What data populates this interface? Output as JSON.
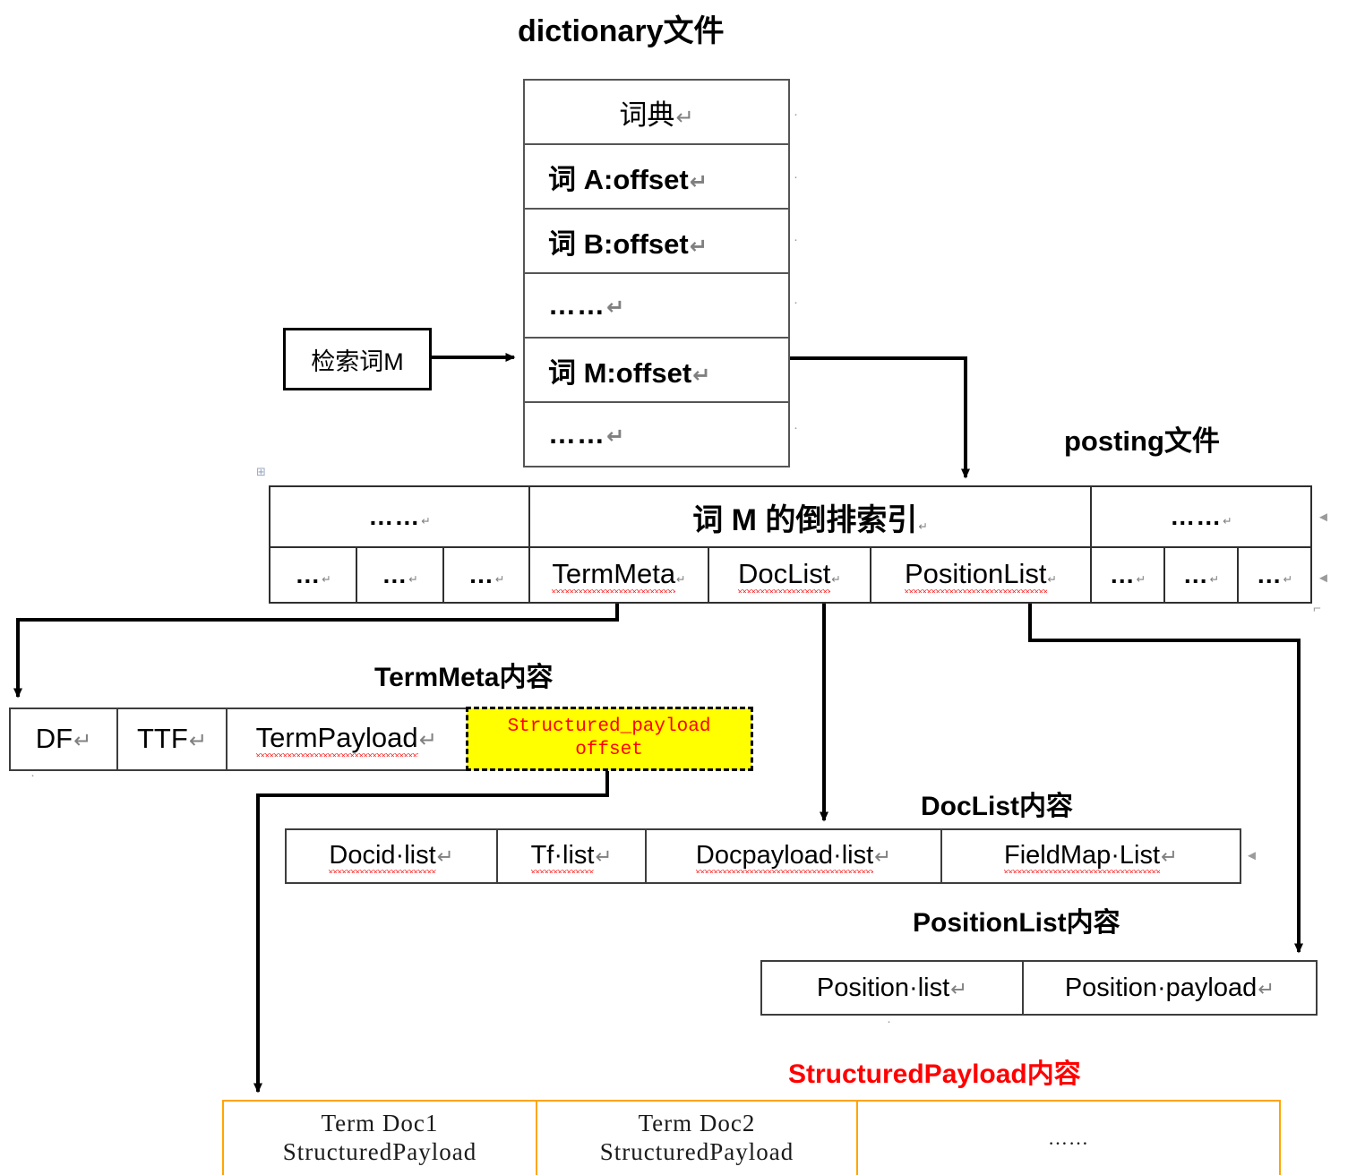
{
  "titles": {
    "dictionary": "dictionary文件",
    "posting": "posting文件",
    "termmeta": "TermMeta内容",
    "doclist": "DocList内容",
    "positionlist": "PositionList内容",
    "structuredpayload": "StructuredPayload内容"
  },
  "search_box": {
    "label": "检索词M"
  },
  "dictionary_table": {
    "rows": [
      {
        "text": "词典",
        "mark": "↵"
      },
      {
        "text": "词 A:offset",
        "mark": "↵"
      },
      {
        "text": "词 B:offset",
        "mark": "↵"
      },
      {
        "text": "……",
        "mark": "↵"
      },
      {
        "text": "词 M:offset",
        "mark": "↵"
      },
      {
        "text": "……",
        "mark": "↵"
      }
    ]
  },
  "posting_table": {
    "header_row": [
      {
        "text": "……",
        "mark": "↵"
      },
      {
        "text": "词 M 的倒排索引",
        "mark": "↵"
      },
      {
        "text": "……",
        "mark": "↵"
      }
    ],
    "detail_row": [
      {
        "text": "…",
        "mark": "↵",
        "spell": false
      },
      {
        "text": "…",
        "mark": "↵",
        "spell": false
      },
      {
        "text": "…",
        "mark": "↵",
        "spell": false
      },
      {
        "text": "TermMeta",
        "mark": "↵",
        "spell": true
      },
      {
        "text": "DocList",
        "mark": "↵",
        "spell": true
      },
      {
        "text": "PositionList",
        "mark": "↵",
        "spell": true
      },
      {
        "text": "…",
        "mark": "↵",
        "spell": false
      },
      {
        "text": "…",
        "mark": "↵",
        "spell": false
      },
      {
        "text": "…",
        "mark": "↵",
        "spell": false
      }
    ]
  },
  "termmeta_table": {
    "cells": [
      {
        "text": "DF",
        "mark": "↵",
        "spell": false,
        "highlight": false
      },
      {
        "text": "TTF",
        "mark": "↵",
        "spell": false,
        "highlight": false
      },
      {
        "text": "TermPayload",
        "mark": "↵",
        "spell": true,
        "highlight": false
      },
      {
        "text": "Structured_payload offset",
        "line1": "Structured_payload",
        "line2": "offset",
        "mark": "",
        "spell": false,
        "highlight": true
      }
    ]
  },
  "doclist_table": {
    "cells": [
      {
        "text": "Docid·list",
        "mark": "↵",
        "spell": true
      },
      {
        "text": "Tf·list",
        "mark": "↵",
        "spell": true
      },
      {
        "text": "Docpayload·list",
        "mark": "↵",
        "spell": true
      },
      {
        "text": "FieldMap·List",
        "mark": "↵",
        "spell": true
      }
    ]
  },
  "positionlist_table": {
    "cells": [
      {
        "text": "Position·list",
        "mark": "↵",
        "spell": false
      },
      {
        "text": "Position·payload",
        "mark": "↵",
        "spell": false
      }
    ]
  },
  "structuredpayload_table": {
    "cells": [
      {
        "line1": "Term Doc1",
        "line2": "StructuredPayload"
      },
      {
        "line1": "Term Doc2",
        "line2": "StructuredPayload"
      },
      {
        "line1": "……",
        "line2": ""
      }
    ]
  },
  "colors": {
    "highlight_bg": "#ffff00",
    "highlight_text": "#ff0000",
    "structuredpayload_border": "#ffa500",
    "structuredpayload_title": "#ff0000",
    "spellcheck_underline": "#ff2020",
    "table_border": "#3a3a3a",
    "connector": "#000000"
  },
  "connectors": [
    {
      "name": "search-term-to-dictionary",
      "from": "检索词M",
      "to": "词 M:offset"
    },
    {
      "name": "dictionary-to-posting",
      "from": "词 M:offset",
      "to": "posting表"
    },
    {
      "name": "termmeta-to-termmeta-content",
      "from": "TermMeta",
      "to": "TermMeta内容"
    },
    {
      "name": "doclist-to-doclist-content",
      "from": "DocList",
      "to": "DocList内容"
    },
    {
      "name": "positionlist-to-positionlist-content",
      "from": "PositionList",
      "to": "PositionList内容"
    },
    {
      "name": "structured-payload-offset-to-structuredpayload-content",
      "from": "Structured_payload offset",
      "to": "StructuredPayload内容"
    }
  ]
}
